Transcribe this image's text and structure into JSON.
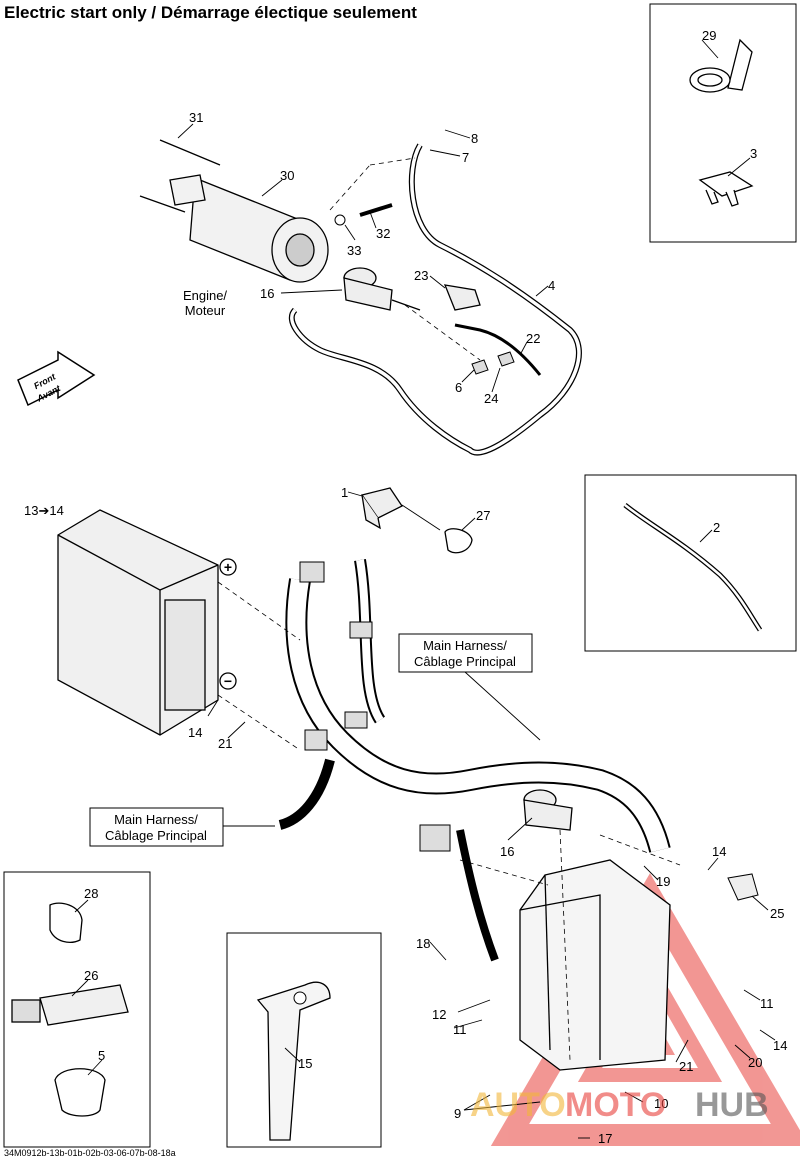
{
  "title": "Electric start only / Démarrage électique seulement",
  "part_number": "34M0912b-13b-01b-02b-03-06-07b-08-18a",
  "labels": {
    "engine": "Engine/",
    "moteur": "Moteur",
    "front": "Front",
    "avant": "Avant",
    "harness_top_1": "Main Harness/",
    "harness_top_2": "Câblage Principal",
    "harness_left_1": "Main Harness/",
    "harness_left_2": "Câblage Principal",
    "battery_range": "13➔14",
    "plus": "+",
    "minus": "−"
  },
  "watermark": {
    "part1": "AUTO",
    "part2": "MOTO",
    "part3": "HUB"
  },
  "callouts": {
    "c1": "1",
    "c2": "2",
    "c3": "3",
    "c4": "4",
    "c5": "5",
    "c6": "6",
    "c7": "7",
    "c8": "8",
    "c9": "9",
    "c10": "10",
    "c11a": "11",
    "c11b": "11",
    "c12": "12",
    "c14a": "14",
    "c14b": "14",
    "c14c": "14",
    "c15": "15",
    "c16a": "16",
    "c16b": "16",
    "c17": "17",
    "c18": "18",
    "c19": "19",
    "c20": "20",
    "c21a": "21",
    "c21b": "21",
    "c22": "22",
    "c23": "23",
    "c24": "24",
    "c25": "25",
    "c26": "26",
    "c27": "27",
    "c28": "28",
    "c29": "29",
    "c30": "30",
    "c31": "31",
    "c32": "32",
    "c33": "33"
  }
}
